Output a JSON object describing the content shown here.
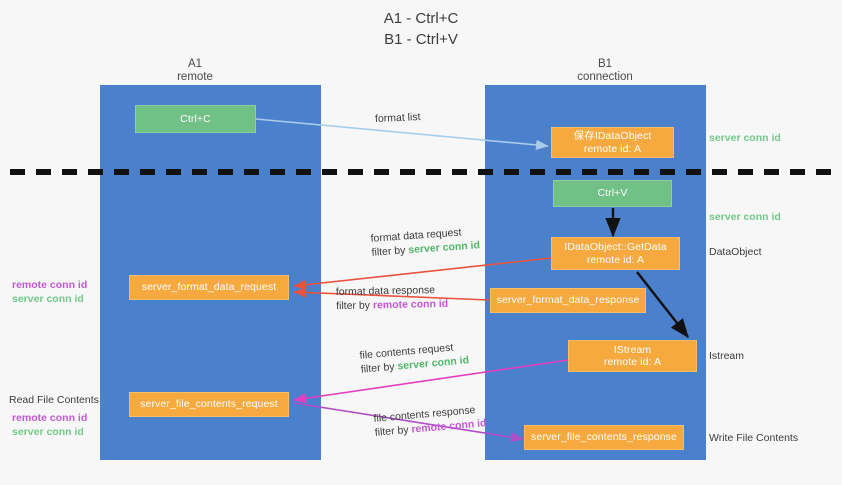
{
  "title": {
    "line1": "A1 - Ctrl+C",
    "line2": "B1 - Ctrl+V"
  },
  "lanes": [
    {
      "name": "A1",
      "subtitle": "remote"
    },
    {
      "name": "B1",
      "subtitle": "connection"
    }
  ],
  "nodes": {
    "ctrl_c": {
      "line1": "Ctrl+C",
      "line2": "",
      "color": "#71c186"
    },
    "save_idataobject": {
      "line1": "保存IDataObject",
      "line2": "remote id: A",
      "color": "#f6a93f"
    },
    "ctrl_v": {
      "line1": "Ctrl+V",
      "line2": "",
      "color": "#71c186"
    },
    "getdata": {
      "line1": "IDataObject::GetData",
      "line2": "remote id: A",
      "color": "#f6a93f"
    },
    "fmt_req": {
      "line1": "server_format_data_request",
      "line2": "",
      "color": "#f6a93f"
    },
    "fmt_resp": {
      "line1": "server_format_data_response",
      "line2": "",
      "color": "#f6a93f"
    },
    "istream": {
      "line1": "IStream",
      "line2": "remote id: A",
      "color": "#f6a93f"
    },
    "file_req": {
      "line1": "server_file_contents_request",
      "line2": "",
      "color": "#f6a93f"
    },
    "file_resp": {
      "line1": "server_file_contents_response",
      "line2": "",
      "color": "#f6a93f"
    }
  },
  "edge_labels": {
    "format_list": {
      "text": "format list"
    },
    "fmt_req_l1": {
      "text": "format data request"
    },
    "fmt_req_l2_pre": {
      "text": "filter by "
    },
    "fmt_req_l2_key": {
      "text": "server conn id"
    },
    "fmt_resp_l1": {
      "text": "format data response"
    },
    "fmt_resp_l2_pre": {
      "text": "filter by "
    },
    "fmt_resp_l2_key": {
      "text": "remote conn id"
    },
    "file_req_l1": {
      "text": "file contents request"
    },
    "file_req_l2_pre": {
      "text": "filter by "
    },
    "file_req_l2_key": {
      "text": "server conn id"
    },
    "file_resp_l1": {
      "text": "file contents response"
    },
    "file_resp_l2_pre": {
      "text": "filter by "
    },
    "file_resp_l2_key": {
      "text": "remote conn id"
    }
  },
  "right_annotations": {
    "server_conn_id_top": "server conn id",
    "server_conn_id_mid": "server conn id",
    "dataobject": "DataObject",
    "istream": "Istream",
    "write_file_contents": "Write File Contents"
  },
  "left_annotations": {
    "remote_conn_id_1": "remote conn id",
    "server_conn_id_1": "server conn id",
    "read_file_contents": "Read File Contents",
    "remote_conn_id_2": "remote conn id",
    "server_conn_id_2": "server conn id"
  },
  "colors": {
    "lane": "#4a80cc",
    "green_node": "#71c186",
    "orange_node": "#f6a93f",
    "green_text": "#51b868",
    "purple_text": "#c457d6",
    "arrow_blue": "#a8cdea",
    "arrow_red": "#e8533f",
    "arrow_magenta": "#e040c0",
    "arrow_purple": "#b04ec8",
    "arrow_black": "#111111",
    "divider": "#111111",
    "background": "#f7f7f7"
  }
}
